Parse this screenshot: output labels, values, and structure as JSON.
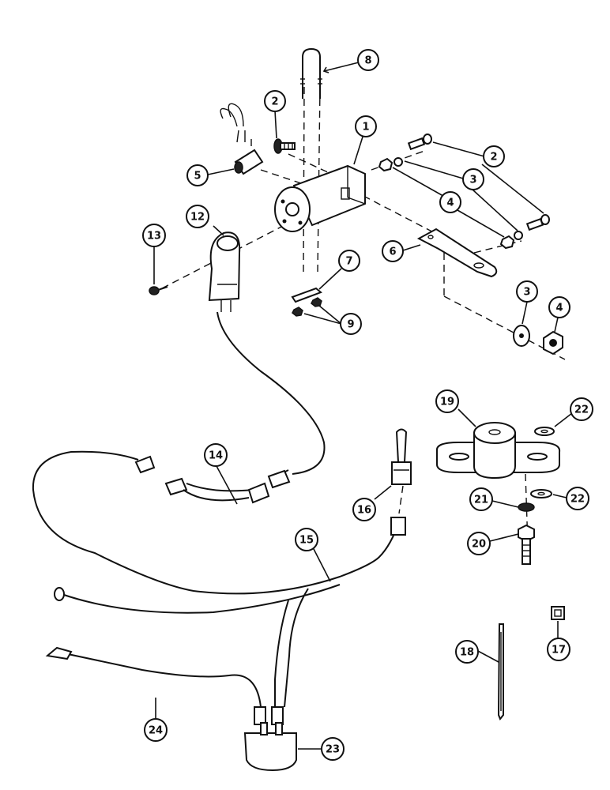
{
  "callouts": [
    {
      "id": "c8",
      "text": "8"
    },
    {
      "id": "c2a",
      "text": "2"
    },
    {
      "id": "c1",
      "text": "1"
    },
    {
      "id": "c2b",
      "text": "2"
    },
    {
      "id": "c3a",
      "text": "3"
    },
    {
      "id": "c5",
      "text": "5"
    },
    {
      "id": "c4a",
      "text": "4"
    },
    {
      "id": "c12",
      "text": "12"
    },
    {
      "id": "c13",
      "text": "13"
    },
    {
      "id": "c6",
      "text": "6"
    },
    {
      "id": "c7",
      "text": "7"
    },
    {
      "id": "c3b",
      "text": "3"
    },
    {
      "id": "c4b",
      "text": "4"
    },
    {
      "id": "c9",
      "text": "9"
    },
    {
      "id": "c19",
      "text": "19"
    },
    {
      "id": "c22a",
      "text": "22"
    },
    {
      "id": "c14",
      "text": "14"
    },
    {
      "id": "c16",
      "text": "16"
    },
    {
      "id": "c22b",
      "text": "22"
    },
    {
      "id": "c21",
      "text": "21"
    },
    {
      "id": "c15",
      "text": "15"
    },
    {
      "id": "c20",
      "text": "20"
    },
    {
      "id": "c18",
      "text": "18"
    },
    {
      "id": "c17",
      "text": "17"
    },
    {
      "id": "c24",
      "text": "24"
    },
    {
      "id": "c23",
      "text": "23"
    }
  ]
}
